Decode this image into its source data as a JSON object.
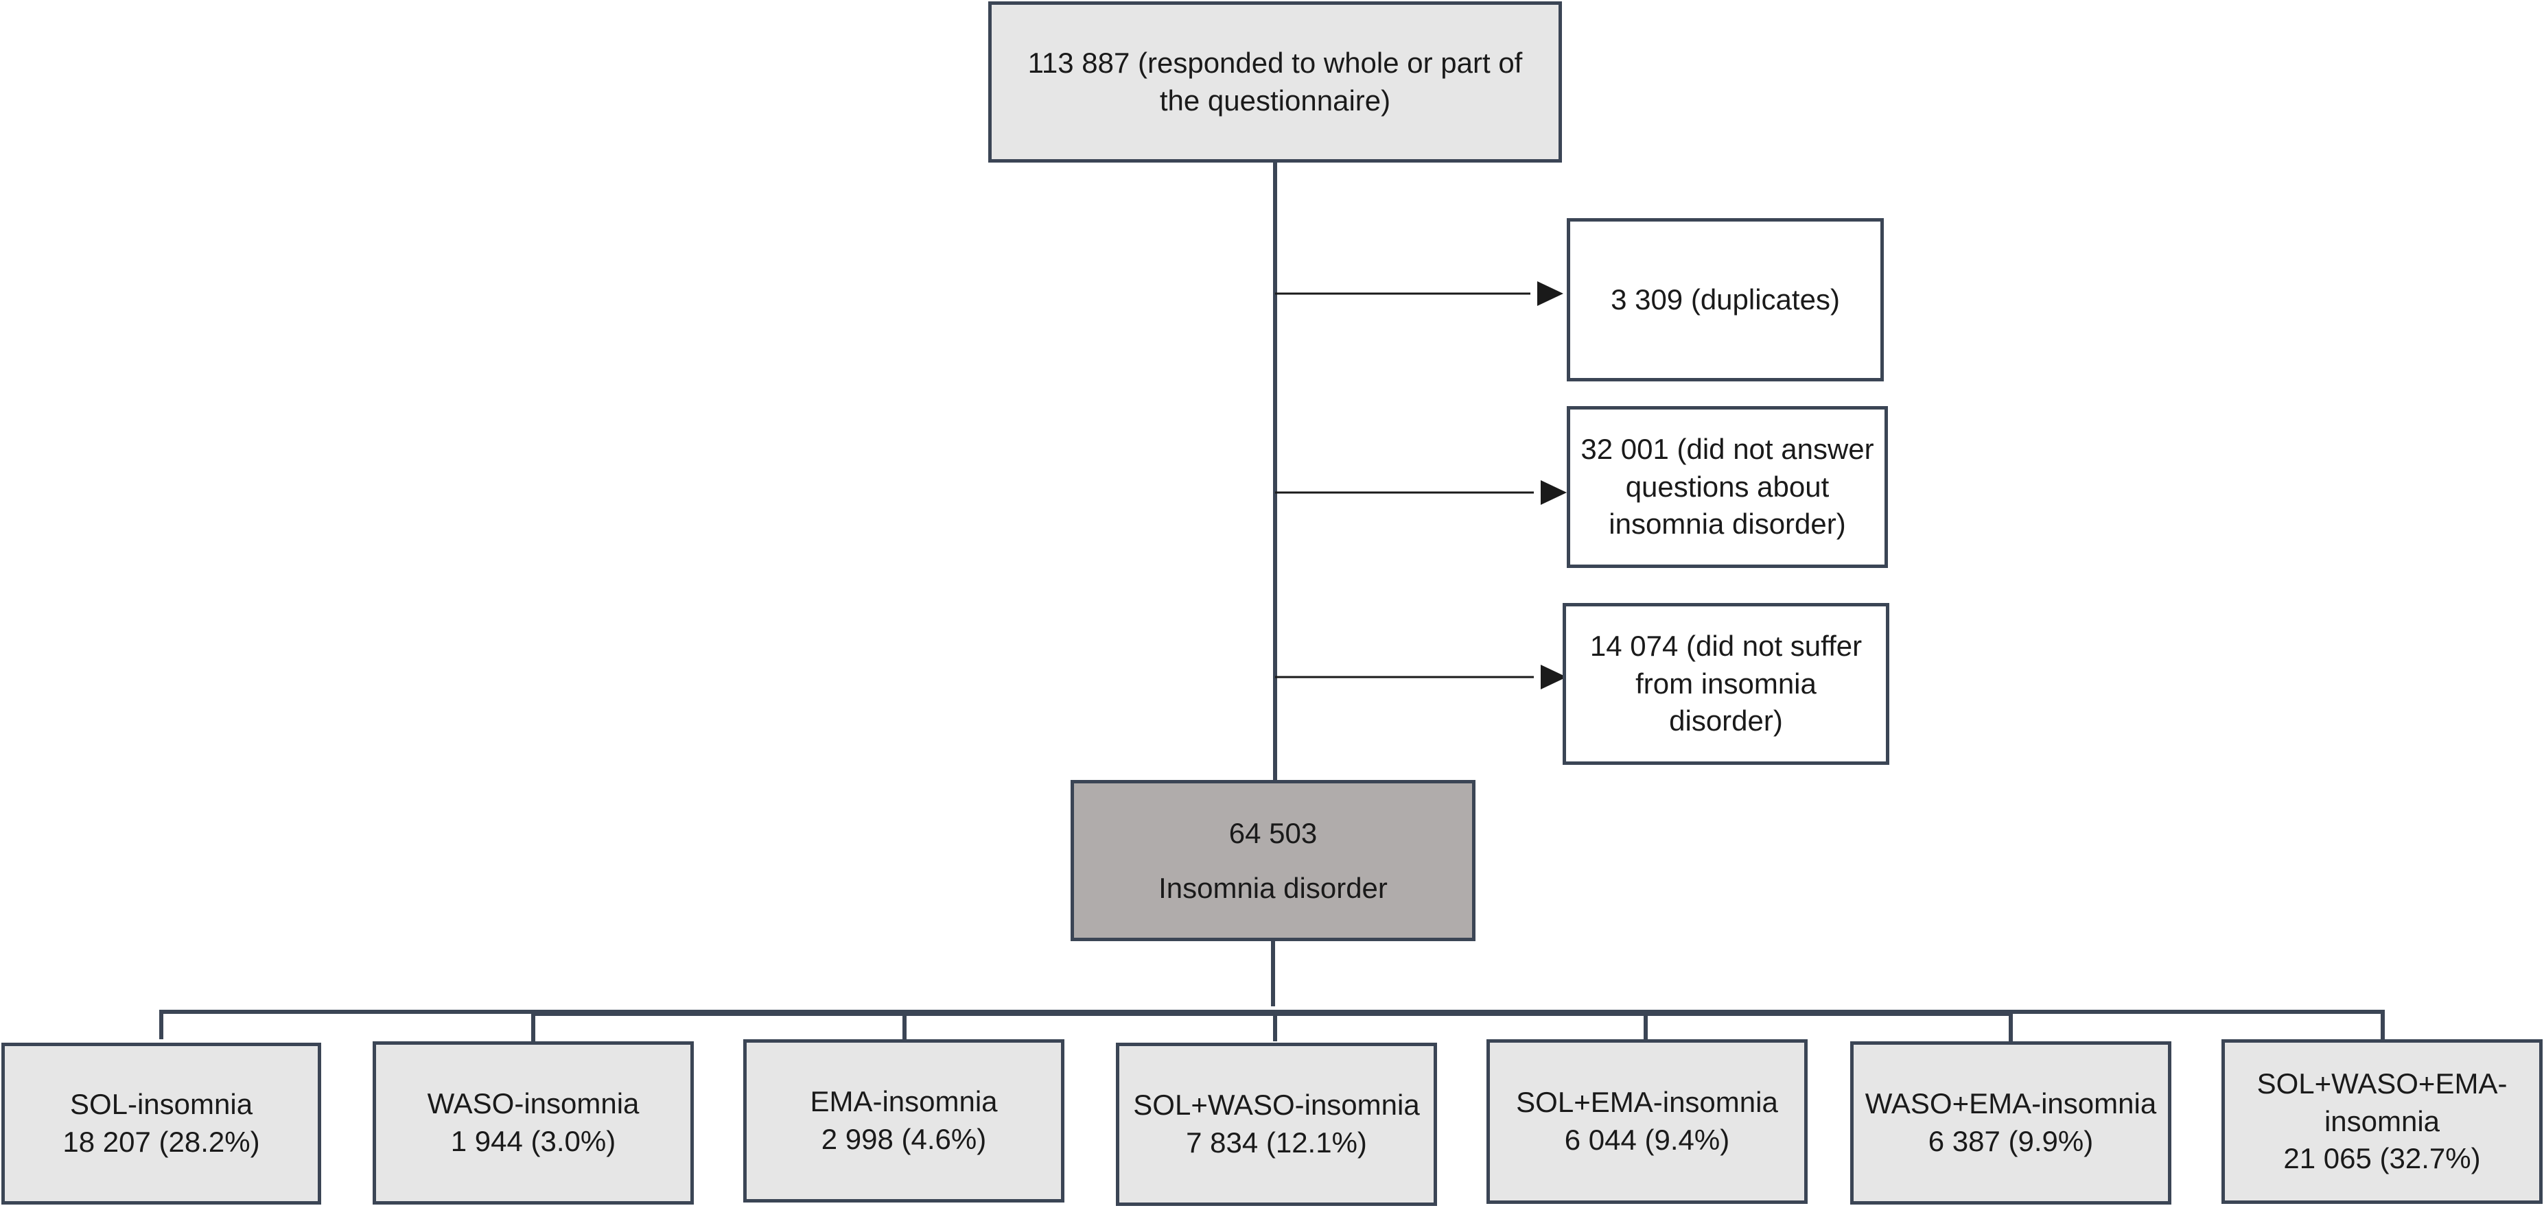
{
  "diagram": {
    "top_box": {
      "line1": "113  887 (responded to whole or part of",
      "line2": "the questionnaire)"
    },
    "exclusions": [
      {
        "lines": [
          "3 309 (duplicates)"
        ]
      },
      {
        "lines": [
          "32 001 (did not answer",
          "questions about",
          "insomnia disorder)"
        ]
      },
      {
        "lines": [
          "14 074 (did not suffer",
          "from insomnia",
          "disorder)"
        ]
      }
    ],
    "center_box": {
      "count": "64 503",
      "label": "Insomnia disorder"
    },
    "subtypes": [
      {
        "label": "SOL-insomnia",
        "value": "18 207 (28.2%)"
      },
      {
        "label": "WASO-insomnia",
        "value": "1 944 (3.0%)"
      },
      {
        "label": "EMA-insomnia",
        "value": "2 998 (4.6%)"
      },
      {
        "label": "SOL+WASO-insomnia",
        "value": "7 834 (12.1%)"
      },
      {
        "label": "SOL+EMA-insomnia",
        "value": "6 044 (9.4%)"
      },
      {
        "label": "WASO+EMA-insomnia",
        "value": "6 387 (9.9%)"
      },
      {
        "label1": "SOL+WASO+EMA-",
        "label2": "insomnia",
        "value": "21 065 (32.7%)"
      }
    ],
    "colors": {
      "border": "#3b4555",
      "grey_fill": "#e6e6e6",
      "dark_fill": "#b0acab"
    }
  }
}
